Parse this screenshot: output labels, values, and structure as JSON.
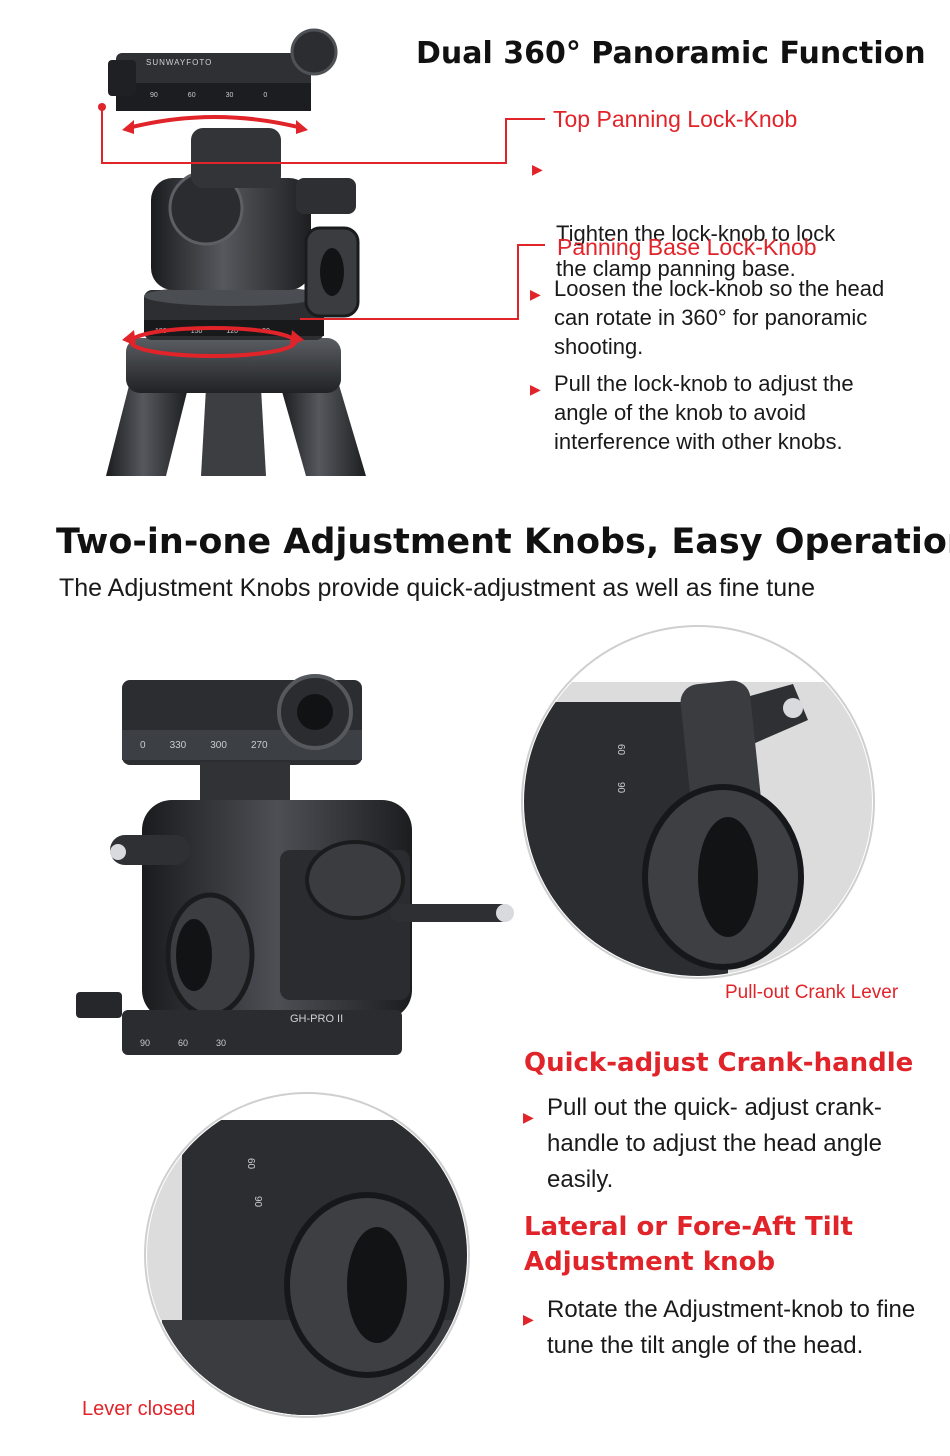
{
  "section1": {
    "title": "Dual 360° Panoramic Function",
    "top_knob": {
      "heading": "Top Panning Lock-Knob",
      "bullets": [
        "Tighten the lock-knob to lock\nthe clamp panning base."
      ]
    },
    "base_knob": {
      "heading": "Panning Base Lock-Knob",
      "bullets": [
        "Loosen the lock-knob so the head can rotate in 360° for panoramic shooting.",
        "Pull the lock-knob to adjust the angle of the knob to avoid interference with other knobs."
      ]
    },
    "product": {
      "brand": "SUNWAYFOTO",
      "scale_top": [
        "90",
        "60",
        "30",
        "0"
      ],
      "scale_base": [
        "180",
        "150",
        "120",
        "90"
      ]
    }
  },
  "section2": {
    "title": "Two-in-one Adjustment Knobs, Easy Operation",
    "subtitle": "The Adjustment Knobs provide quick-adjustment as well as fine tune",
    "product": {
      "model": "GH-PRO II",
      "scale_top": [
        "0",
        "330",
        "300",
        "270"
      ],
      "scale_base": [
        "90",
        "60",
        "30"
      ]
    },
    "zoom_top": {
      "caption": "Pull-out Crank Lever",
      "scale": [
        "60",
        "90"
      ]
    },
    "zoom_bottom": {
      "caption": "Lever closed",
      "scale": [
        "60",
        "90"
      ]
    },
    "crank": {
      "heading": "Quick-adjust Crank-handle",
      "bullets": [
        "Pull out the quick- adjust crank-handle to adjust the head angle easily."
      ]
    },
    "tilt": {
      "heading_line1": "Lateral or Fore-Aft Tilt",
      "heading_line2": "Adjustment knob",
      "bullets": [
        "Rotate the Adjustment-knob to fine tune the tilt angle of the head."
      ]
    }
  },
  "colors": {
    "accent": "#e0242a",
    "text": "#111111",
    "metal": "#2a2c2f"
  },
  "icons": {
    "bullet": "triangle-right-icon"
  }
}
